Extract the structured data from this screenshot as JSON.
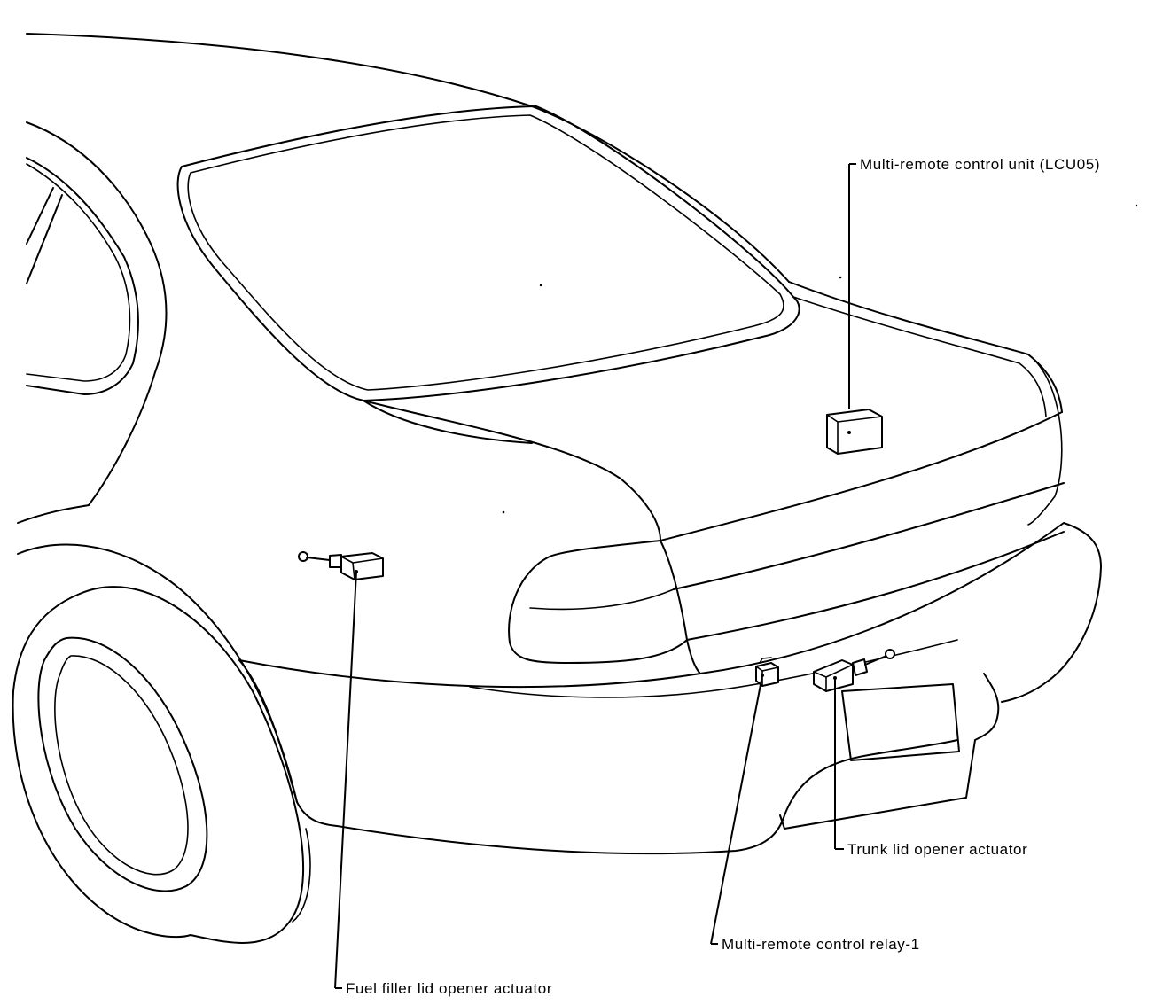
{
  "diagram": {
    "labels": {
      "control_unit": "Multi-remote control unit (LCU05)",
      "trunk_actuator": "Trunk lid opener actuator",
      "relay": "Multi-remote control relay-1",
      "fuel_actuator": "Fuel filler lid opener actuator"
    }
  }
}
